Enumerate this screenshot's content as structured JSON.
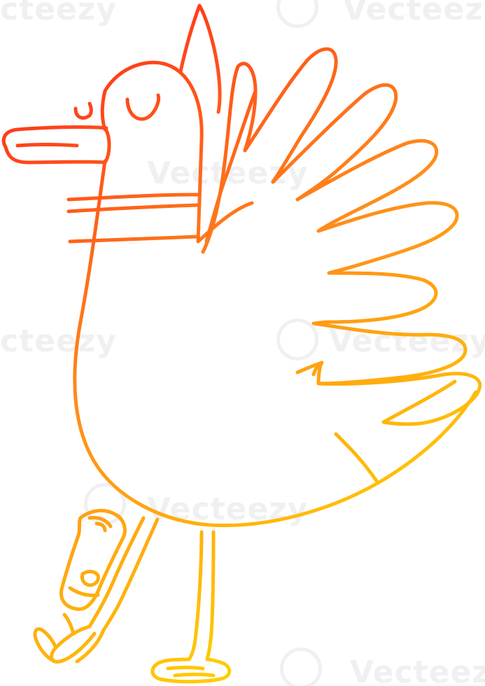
{
  "illustration": {
    "subject": "cartoon bird with bandaged leg",
    "gradient_start_color": "#ff1a1a",
    "gradient_mid_color": "#ff8c1a",
    "gradient_end_color": "#ffee00",
    "background_color": "#ffffff"
  },
  "watermarks": [
    {
      "text": "cteezy"
    },
    {
      "text": "Vecteezy"
    },
    {
      "text": "Vecteezy"
    },
    {
      "text": "cteezy"
    },
    {
      "text": "Vecteezy"
    },
    {
      "text": "Vecteezy"
    },
    {
      "text": "Vecteezy"
    }
  ]
}
